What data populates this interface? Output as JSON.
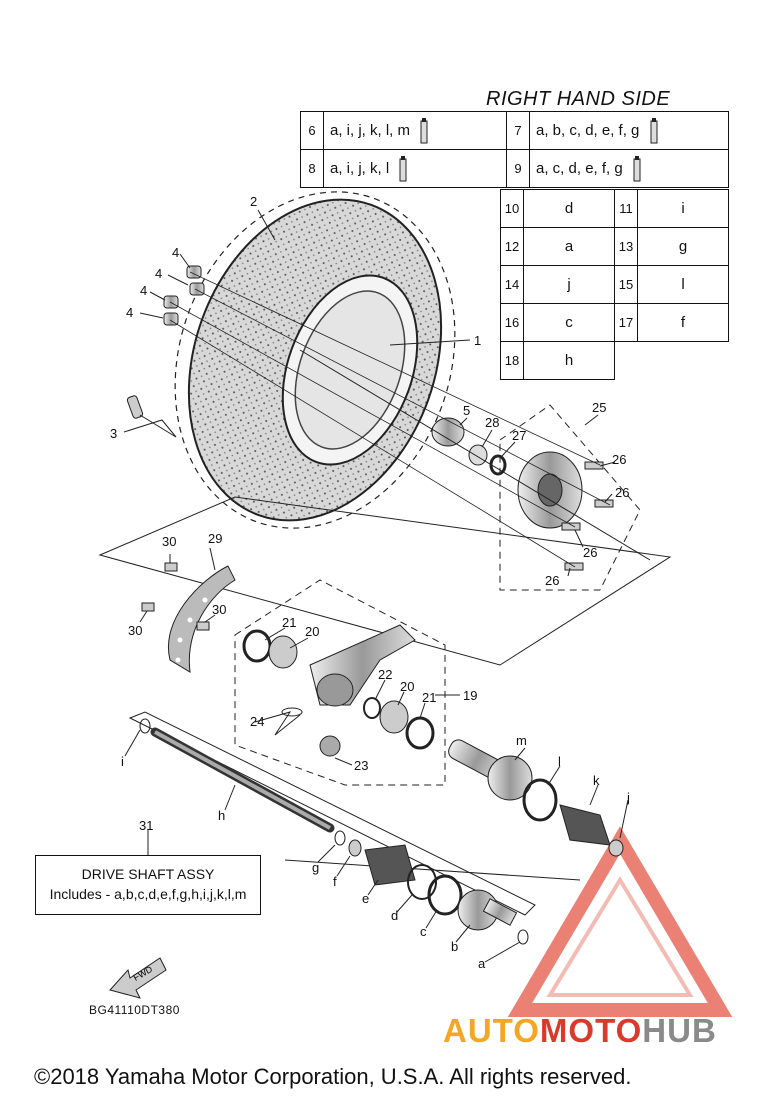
{
  "section_title": "RIGHT HAND SIDE",
  "legend_top": [
    {
      "num": "6",
      "letters": "a, i, j, k, l, m",
      "num2": "7",
      "letters2": "a, b, c, d, e, f, g"
    },
    {
      "num": "8",
      "letters": "a, i, j, k, l",
      "num2": "9",
      "letters2": "a, c, d, e, f, g"
    }
  ],
  "legend_grid": [
    {
      "num": "10",
      "letter": "d",
      "num2": "11",
      "letter2": "i"
    },
    {
      "num": "12",
      "letter": "a",
      "num2": "13",
      "letter2": "g"
    },
    {
      "num": "14",
      "letter": "j",
      "num2": "15",
      "letter2": "l"
    },
    {
      "num": "16",
      "letter": "c",
      "num2": "17",
      "letter2": "f"
    },
    {
      "num": "18",
      "letter": "h"
    }
  ],
  "callouts": {
    "c1": "1",
    "c2": "2",
    "c3": "3",
    "c4a": "4",
    "c4b": "4",
    "c4c": "4",
    "c4d": "4",
    "c5": "5",
    "c19": "19",
    "c20a": "20",
    "c20b": "20",
    "c21a": "21",
    "c21b": "21",
    "c22": "22",
    "c23": "23",
    "c24": "24",
    "c25": "25",
    "c26a": "26",
    "c26b": "26",
    "c26c": "26",
    "c26d": "26",
    "c27": "27",
    "c28": "28",
    "c29": "29",
    "c30a": "30",
    "c30b": "30",
    "c30c": "30",
    "c31": "31"
  },
  "letters": {
    "a": "a",
    "b": "b",
    "c": "c",
    "d": "d",
    "e": "e",
    "f": "f",
    "g": "g",
    "h": "h",
    "i": "i",
    "j": "j",
    "k": "k",
    "l": "l",
    "m": "m"
  },
  "drive_shaft_box": {
    "title": "DRIVE SHAFT ASSY",
    "includes": "Includes - a,b,c,d,e,f,g,h,i,j,k,l,m"
  },
  "fwd_label": "FWD",
  "diagram_code": "BG41110DT380",
  "copyright": "©2018 Yamaha Motor Corporation, U.S.A. All rights reserved.",
  "watermark": {
    "part1": "AUTO",
    "part2": "MOTO",
    "part3": "HUB"
  },
  "colors": {
    "watermark_orange": "#f5a623",
    "watermark_red": "#d93a2b",
    "watermark_gray": "#8a8a8a"
  }
}
